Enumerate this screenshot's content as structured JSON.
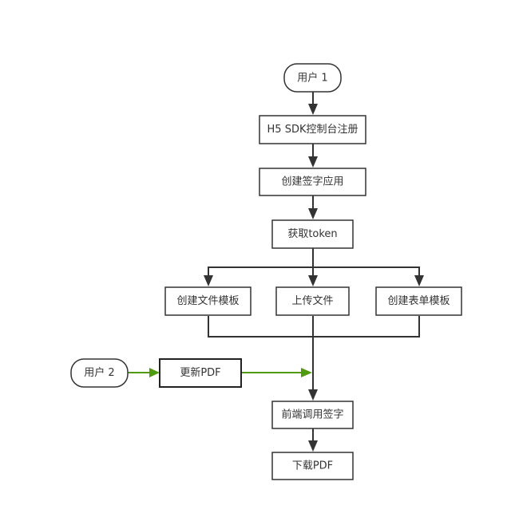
{
  "nodes": {
    "user1": "用户 1",
    "h5_register": "H5 SDK控制台注册",
    "create_sign_app": "创建签字应用",
    "get_token": "获取token",
    "create_file_template": "创建文件模板",
    "upload_file": "上传文件",
    "create_form_template": "创建表单模板",
    "user2": "用户 2",
    "update_pdf": "更新PDF",
    "frontend_sign": "前端调用签字",
    "download_pdf": "下载PDF"
  },
  "colors": {
    "line": "#333333",
    "highlight": "#4f9a0e"
  }
}
